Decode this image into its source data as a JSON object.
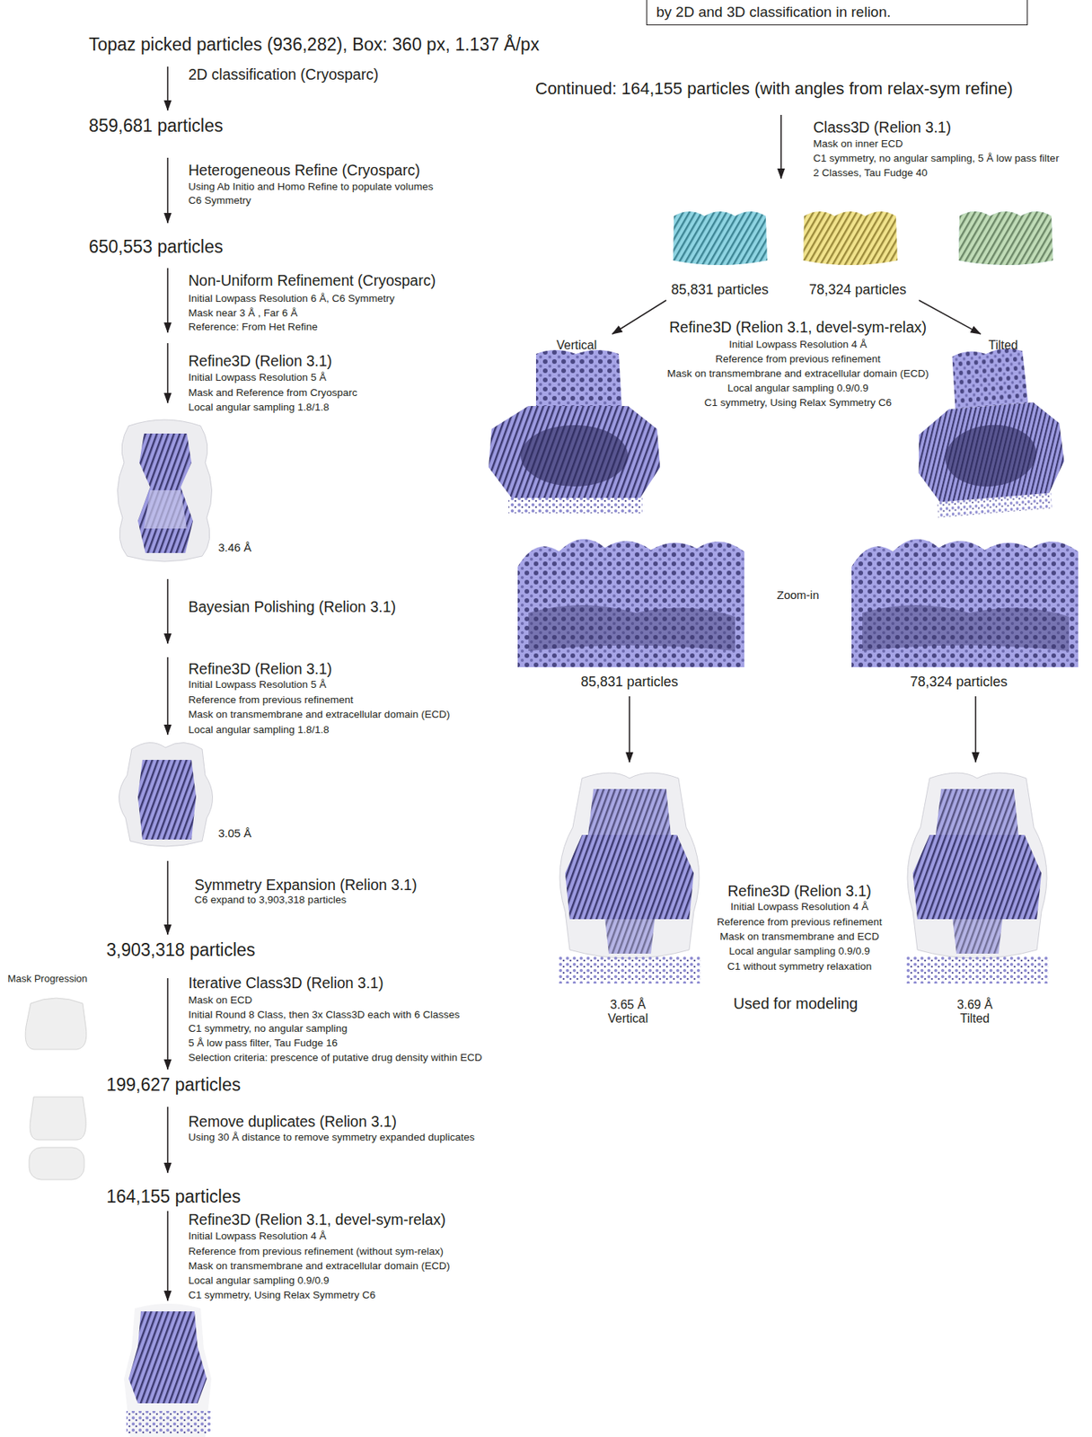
{
  "diagram": {
    "nodes": [
      {
        "text": [
          "by 2D and 3D classification in relion."
        ]
      },
      {
        "text": [
          "Topaz picked particles (936,282), Box: 360 px, 1.137 Å/px"
        ]
      },
      {
        "text": [
          "859,681 particles"
        ]
      },
      {
        "text": [
          "650,553 particles"
        ]
      },
      {
        "text": [
          "3.46 Å"
        ]
      },
      {
        "text": [
          "3.05 Å"
        ]
      },
      {
        "text": [
          "3,903,318 particles"
        ]
      },
      {
        "text": [
          "199,627 particles"
        ]
      },
      {
        "text": [
          "164,155 particles"
        ]
      },
      {
        "text": [
          "Continued: 164,155 particles (with angles from relax-sym refine)"
        ]
      },
      {
        "text": [
          "85,831 particles"
        ]
      },
      {
        "text": [
          "78,324 particles"
        ]
      },
      {
        "text": [
          "Vertical"
        ]
      },
      {
        "text": [
          "Tilted"
        ]
      },
      {
        "text": [
          "85,831 particles"
        ]
      },
      {
        "text": [
          "78,324 particles"
        ]
      },
      {
        "text": [
          "3.65 Å",
          "Vertical"
        ]
      },
      {
        "text": [
          "3.69 Å",
          "Tilted"
        ]
      }
    ],
    "edges": [
      {
        "from": 1,
        "to": 2,
        "arrow": "to"
      },
      {
        "from": 2,
        "to": 3,
        "arrow": "to"
      },
      {
        "from": 3,
        "to": 4,
        "arrow": "to"
      },
      {
        "from": 4,
        "to": 5,
        "arrow": "to"
      },
      {
        "from": 5,
        "to": 6,
        "arrow": "to"
      },
      {
        "from": 6,
        "to": 7,
        "arrow": "to"
      },
      {
        "from": 7,
        "to": 8,
        "arrow": "to"
      },
      {
        "from": 10,
        "to": 12,
        "arrow": "to"
      },
      {
        "from": 11,
        "to": 13,
        "arrow": "to"
      },
      {
        "from": 14,
        "to": 16,
        "arrow": "to"
      },
      {
        "from": 15,
        "to": 17,
        "arrow": "to"
      }
    ],
    "labels": [
      "2D classification (Cryosparc)",
      "Heterogeneous Refine (Cryosparc)",
      "Using Ab Initio and Homo Refine to populate volumes",
      "C6 Symmetry",
      "Non-Uniform Refinement (Cryosparc)",
      "Initial Lowpass Resolution 6 Å, C6 Symmetry",
      "Mask near 3 Å , Far 6 Å",
      "Reference: From Het Refine",
      "Refine3D (Relion 3.1)",
      "Initial Lowpass Resolution 5 Å",
      "Mask and Reference from Cryosparc",
      "Local angular sampling 1.8/1.8",
      "Bayesian Polishing (Relion 3.1)",
      "Refine3D (Relion 3.1)",
      "Initial Lowpass Resolution 5 Å",
      "Reference from previous refinement",
      "Mask on transmembrane and extracellular domain (ECD)",
      "Local angular sampling 1.8/1.8",
      "Symmetry Expansion (Relion 3.1)",
      "C6 expand to 3,903,318 particles",
      "Mask Progression",
      "Iterative Class3D (Relion 3.1)",
      "Mask on ECD",
      "Initial Round 8 Class, then 3x Class3D each with 6 Classes",
      "C1 symmetry, no angular sampling",
      "5 Å low pass filter, Tau Fudge 16",
      "Selection criteria: prescence of putative drug density within ECD",
      "Remove duplicates (Relion 3.1)",
      "Using 30 Å distance to remove symmetry expanded duplicates",
      "Refine3D (Relion 3.1, devel-sym-relax)",
      "Initial Lowpass Resolution 4 Å",
      "Reference from previous refinement (without sym-relax)",
      "Mask on transmembrane and extracellular domain (ECD)",
      "Local angular sampling 0.9/0.9",
      "C1 symmetry, Using Relax Symmetry C6",
      "Class3D (Relion 3.1)",
      "Mask on inner ECD",
      "C1 symmetry, no angular sampling, 5 Å low pass filter",
      "2 Classes, Tau Fudge 40",
      "Refine3D (Relion 3.1, devel-sym-relax)",
      "Initial Lowpass Resolution 4 Å",
      "Reference from previous refinement",
      "Mask on transmembrane and extracellular domain (ECD)",
      "Local angular sampling 0.9/0.9",
      "C1 symmetry, Using Relax Symmetry C6",
      "Zoom-in",
      "Refine3D (Relion 3.1)",
      "Initial Lowpass Resolution 4 Å",
      "Reference from previous refinement",
      "Mask on transmembrane and ECD",
      "Local angular sampling 0.9/0.9",
      "C1 without symmetry relaxation",
      "Used for modeling"
    ]
  }
}
